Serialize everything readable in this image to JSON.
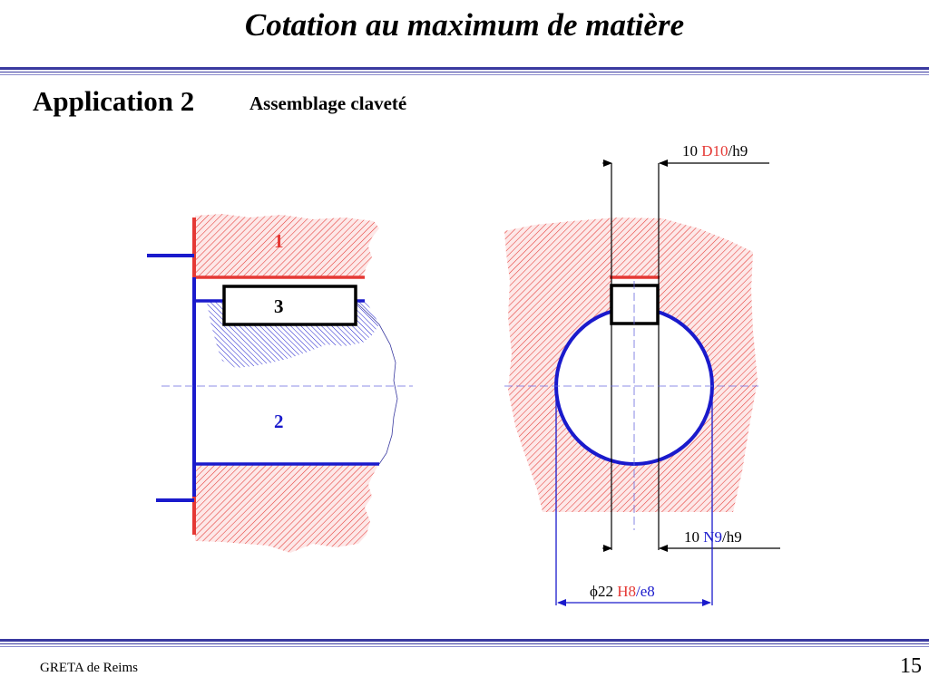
{
  "slide": {
    "title": "Cotation au maximum de matière",
    "application_title": "Application 2",
    "application_subtitle": "Assemblage claveté",
    "footer_left": "GRETA de Reims",
    "page_number": "15"
  },
  "parts": {
    "p1": "1",
    "p2": "2",
    "p3": "3"
  },
  "dimensions": {
    "top": {
      "nominal": "10",
      "fit_hole": "D10",
      "sep": "/",
      "fit_shaft": "h9"
    },
    "bottom": {
      "nominal": "10",
      "fit_hole": "N9",
      "sep": "/",
      "fit_shaft": "h9"
    },
    "diameter": {
      "symbol": "ϕ",
      "nominal": "22",
      "fit_hole": "H8",
      "sep": "/",
      "fit_shaft": "e8"
    }
  },
  "colors": {
    "hub_red": "#e53935",
    "shaft_blue": "#1a1acc",
    "rule_blue": "#3a3aa0"
  }
}
